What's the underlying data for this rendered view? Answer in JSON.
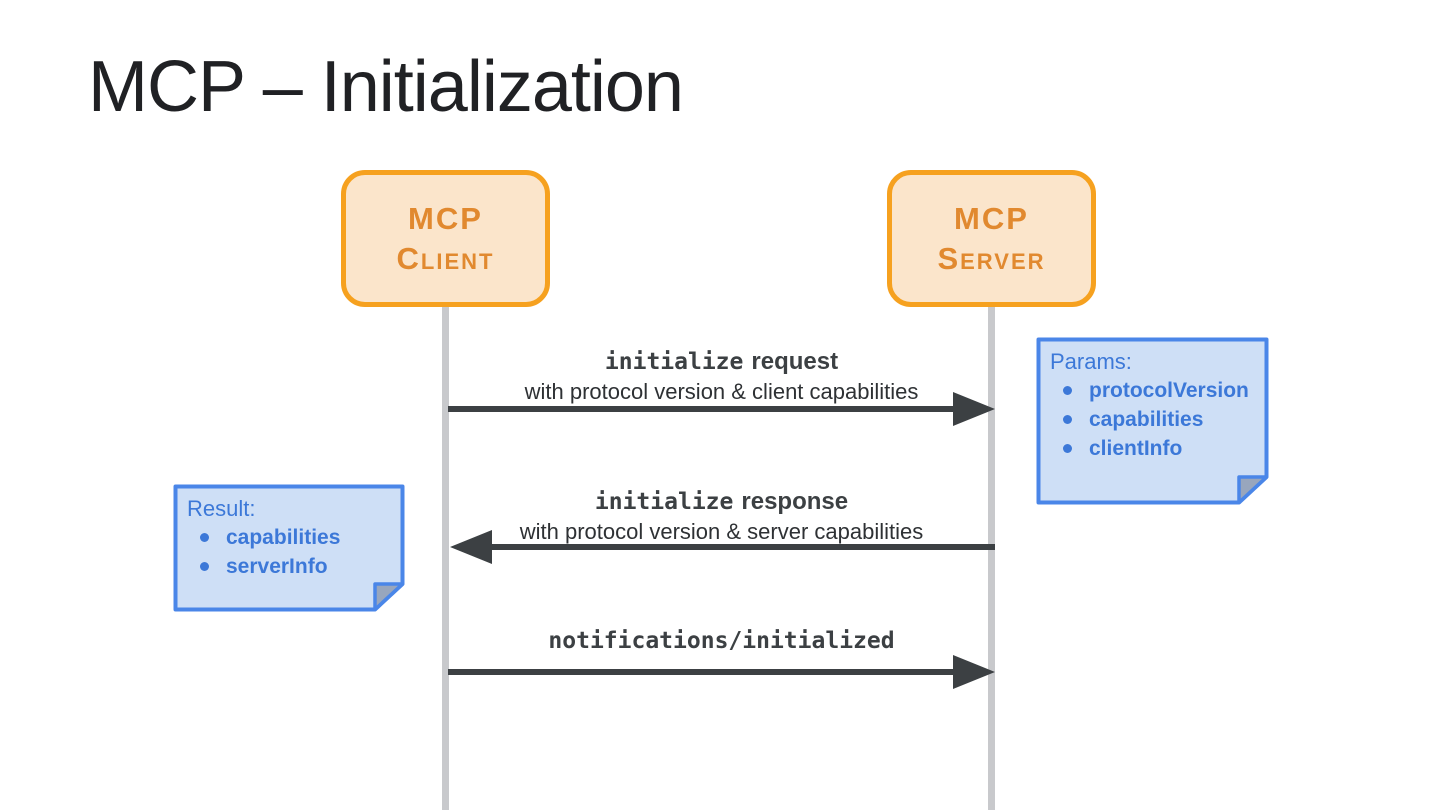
{
  "slide": {
    "title": "MCP – Initialization"
  },
  "actors": {
    "client": {
      "name_line1": "MCP",
      "name_line2": "Client"
    },
    "server": {
      "name_line1": "MCP",
      "name_line2": "Server"
    }
  },
  "messages": [
    {
      "method": "initialize",
      "kind": "request",
      "detail": "with protocol version & client capabilities",
      "direction": "client-to-server"
    },
    {
      "method": "initialize",
      "kind": "response",
      "detail": "with protocol version & server capabilities",
      "direction": "server-to-client"
    },
    {
      "method": "notifications/initialized",
      "kind": "",
      "detail": "",
      "direction": "client-to-server"
    }
  ],
  "notes": {
    "params": {
      "title": "Params:",
      "items": [
        "protocolVersion",
        "capabilities",
        "clientInfo"
      ]
    },
    "result": {
      "title": "Result:",
      "items": [
        "capabilities",
        "serverInfo"
      ]
    }
  },
  "colors": {
    "actor-border": "#F6A11F",
    "actor-fill": "#FBE5CB",
    "actor-text": "#E1892F",
    "note-border": "#4A86E8",
    "note-fill": "#CEDFF6",
    "note-text": "#3C78D8",
    "note-fold": "#98A6BD",
    "arrow": "#3C4043",
    "lifeline": "#C8C9CC",
    "title-text": "#202124",
    "detail-text": "#2E3134"
  }
}
